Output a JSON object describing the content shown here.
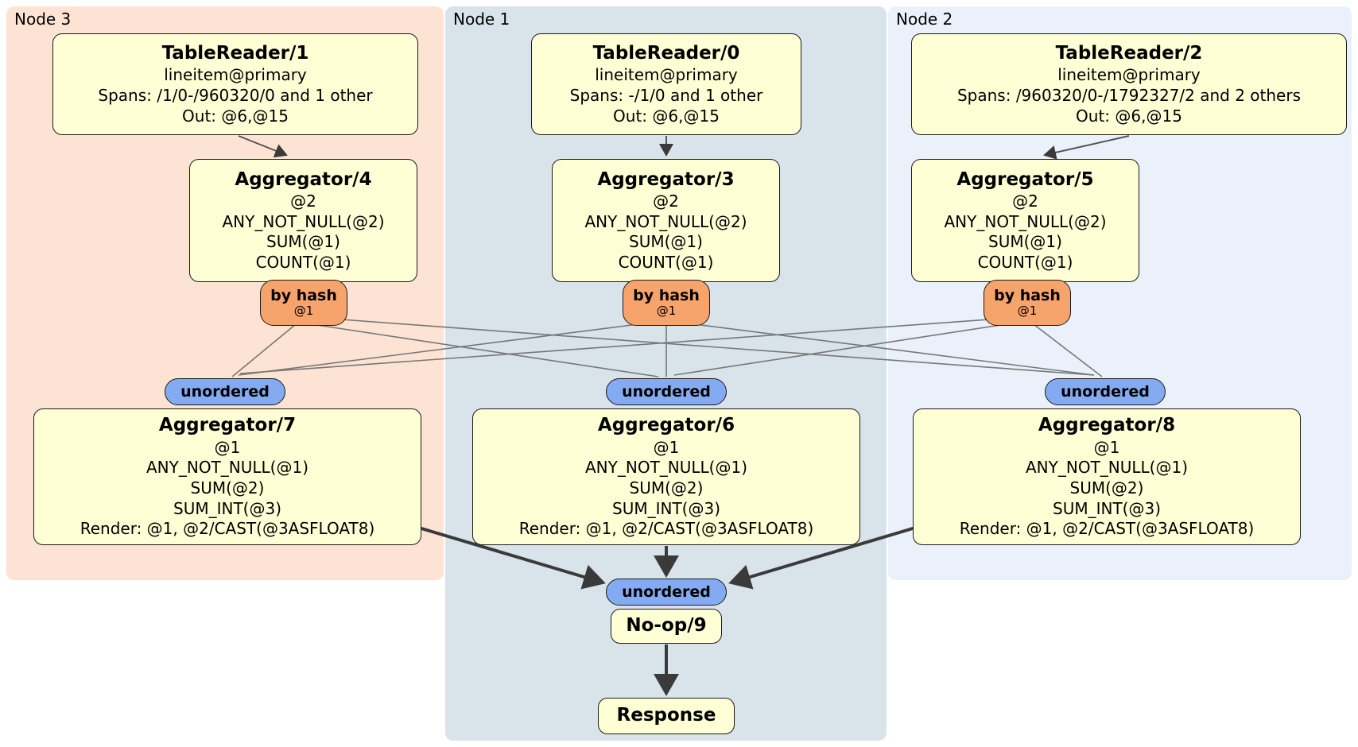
{
  "groups": {
    "node3": {
      "label": "Node 3"
    },
    "node1": {
      "label": "Node 1"
    },
    "node2": {
      "label": "Node 2"
    }
  },
  "boxes": {
    "tablereader1": {
      "title": "TableReader/1",
      "lines": [
        "lineitem@primary",
        "Spans: /1/0-/960320/0 and 1 other",
        "Out: @6,@15"
      ]
    },
    "tablereader0": {
      "title": "TableReader/0",
      "lines": [
        "lineitem@primary",
        "Spans: -/1/0 and 1 other",
        "Out: @6,@15"
      ]
    },
    "tablereader2": {
      "title": "TableReader/2",
      "lines": [
        "lineitem@primary",
        "Spans: /960320/0-/1792327/2 and 2 others",
        "Out: @6,@15"
      ]
    },
    "aggregator4": {
      "title": "Aggregator/4",
      "lines": [
        "@2",
        "ANY_NOT_NULL(@2)",
        "SUM(@1)",
        "COUNT(@1)"
      ]
    },
    "aggregator3": {
      "title": "Aggregator/3",
      "lines": [
        "@2",
        "ANY_NOT_NULL(@2)",
        "SUM(@1)",
        "COUNT(@1)"
      ]
    },
    "aggregator5": {
      "title": "Aggregator/5",
      "lines": [
        "@2",
        "ANY_NOT_NULL(@2)",
        "SUM(@1)",
        "COUNT(@1)"
      ]
    },
    "aggregator7": {
      "title": "Aggregator/7",
      "lines": [
        "@1",
        "ANY_NOT_NULL(@1)",
        "SUM(@2)",
        "SUM_INT(@3)",
        "Render: @1, @2/CAST(@3ASFLOAT8)"
      ]
    },
    "aggregator6": {
      "title": "Aggregator/6",
      "lines": [
        "@1",
        "ANY_NOT_NULL(@1)",
        "SUM(@2)",
        "SUM_INT(@3)",
        "Render: @1, @2/CAST(@3ASFLOAT8)"
      ]
    },
    "aggregator8": {
      "title": "Aggregator/8",
      "lines": [
        "@1",
        "ANY_NOT_NULL(@1)",
        "SUM(@2)",
        "SUM_INT(@3)",
        "Render: @1, @2/CAST(@3ASFLOAT8)"
      ]
    },
    "noop": {
      "title": "No-op/9"
    },
    "response": {
      "title": "Response"
    }
  },
  "badges": {
    "by_hash": {
      "label": "by hash",
      "detail": "@1"
    },
    "unordered": {
      "label": "unordered"
    }
  },
  "colors": {
    "node3_bg": "#fde3d3",
    "node1_bg": "#d8e4ea",
    "node2_bg": "#eaf1fa",
    "box_fill": "#ffffd6",
    "by_hash_fill": "#f7a36c",
    "unordered_fill": "#84abf1"
  }
}
